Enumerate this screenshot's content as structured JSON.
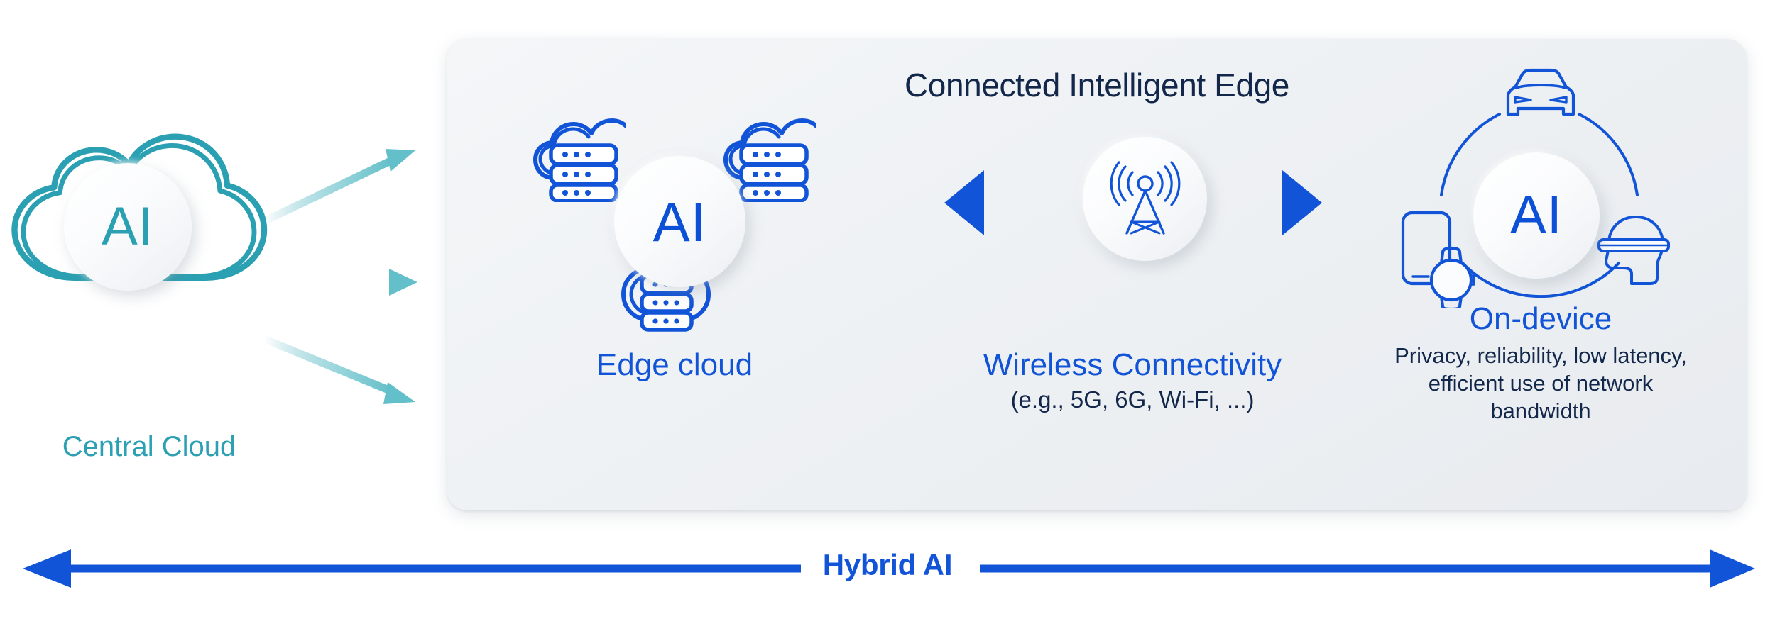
{
  "colors": {
    "blue": "#1254d8",
    "blue_deep": "#0b50d6",
    "teal": "#2ba0b2",
    "navy": "#12274a",
    "panel_bg": "#eef1f4"
  },
  "central": {
    "ai_text": "AI",
    "label": "Central Cloud",
    "icon": "cloud-icon",
    "arrows": [
      "arrow-up-right",
      "arrow-right",
      "arrow-down-right"
    ]
  },
  "panel": {
    "title": "Connected Intelligent Edge"
  },
  "edge_cloud": {
    "ai_text": "AI",
    "label": "Edge cloud",
    "icons": [
      "cloud-server-icon",
      "cloud-server-icon",
      "cloud-server-icon"
    ]
  },
  "wireless": {
    "label": "Wireless Connectivity",
    "sublabel": "(e.g., 5G, 6G, Wi-Fi, ...)",
    "icon": "antenna-tower-icon",
    "left_arrow": "triangle-left-icon",
    "right_arrow": "triangle-right-icon"
  },
  "on_device": {
    "ai_text": "AI",
    "label": "On-device",
    "description": "Privacy, reliability, low latency, efficient use of network bandwidth",
    "icons": [
      "car-icon",
      "phone-watch-icon",
      "xr-headset-icon"
    ]
  },
  "hybrid": {
    "label": "Hybrid AI",
    "left_arrow": "arrow-left-icon",
    "right_arrow": "arrow-right-icon"
  }
}
